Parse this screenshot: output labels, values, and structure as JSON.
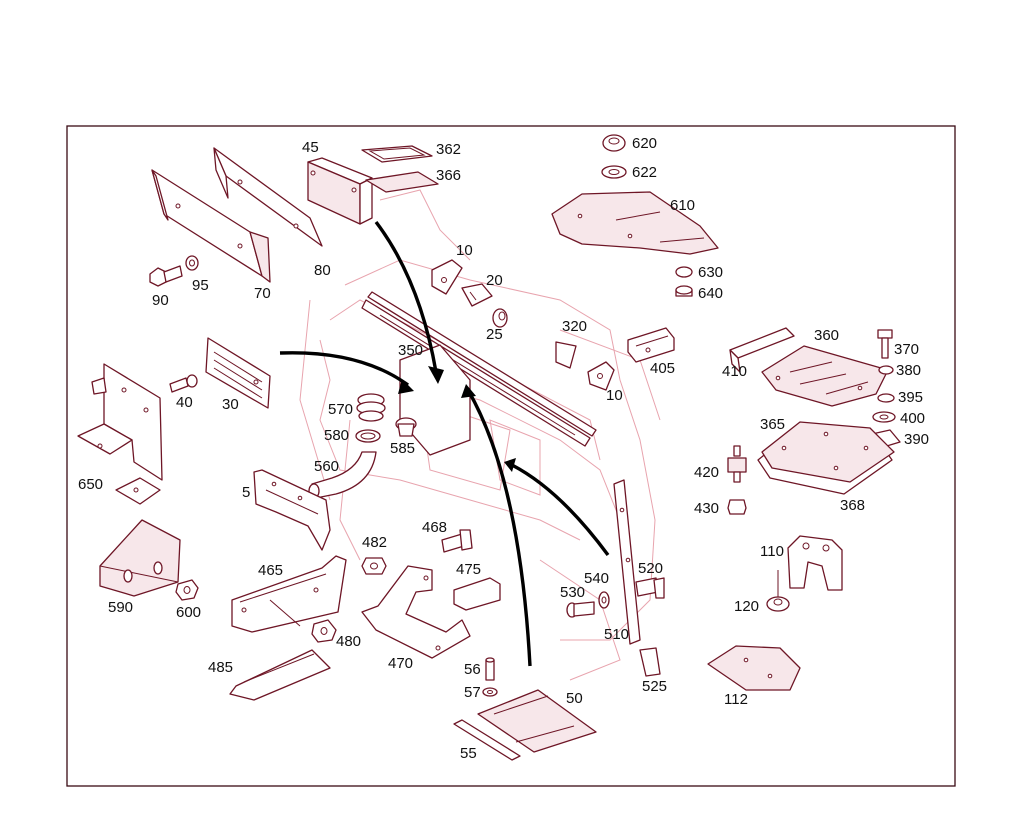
{
  "colors": {
    "frame": "#3a0a14",
    "part_outline": "#6e1626",
    "background_ghost": "#e8a4ae",
    "arrow": "#000000",
    "label": "#111111"
  },
  "labels": [
    "45",
    "362",
    "366",
    "620",
    "622",
    "610",
    "630",
    "640",
    "80",
    "70",
    "90",
    "95",
    "10",
    "20",
    "25",
    "320",
    "405",
    "10",
    "360",
    "370",
    "380",
    "410",
    "395",
    "400",
    "390",
    "365",
    "368",
    "420",
    "430",
    "350",
    "570",
    "580",
    "585",
    "560",
    "5",
    "30",
    "40",
    "650",
    "590",
    "600",
    "465",
    "480",
    "482",
    "468",
    "475",
    "470",
    "485",
    "56",
    "57",
    "50",
    "55",
    "540",
    "520",
    "530",
    "510",
    "525",
    "110",
    "120",
    "112"
  ]
}
